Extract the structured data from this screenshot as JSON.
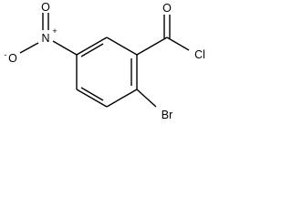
{
  "molecule": {
    "atoms": {
      "acyl_oxygen": "O",
      "chlorine": "Cl",
      "nitrogen": "N",
      "nitro_oxygen_top": "O",
      "nitro_oxygen_left": "O",
      "nitro_plus": "+",
      "nitro_minus": "-",
      "bromine": "Br"
    }
  }
}
